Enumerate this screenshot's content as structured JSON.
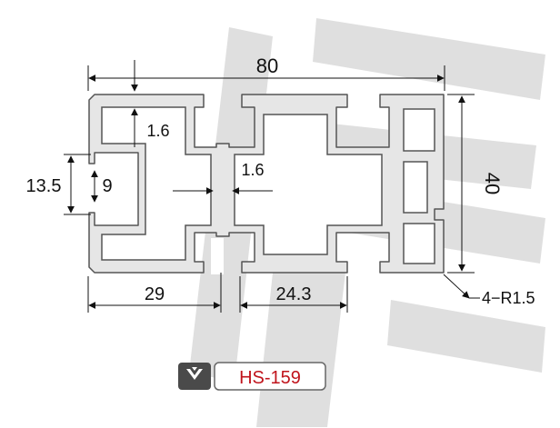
{
  "diagram": {
    "dimensions": {
      "overall_width": "80",
      "overall_height": "40",
      "left_slot_height": "13.5",
      "left_slot_inner": "9",
      "wall_top": "1.6",
      "web_thickness": "1.6",
      "bottom_left_width": "29",
      "bottom_slot_width": "24.3",
      "corner_radius_note": "4−R1.5"
    },
    "product_badge": {
      "code": "HS-159",
      "logo_icon": "chevron-leaf-logo-icon"
    },
    "colors": {
      "profile_fill": "#e6e6e6",
      "profile_stroke": "#555555",
      "watermark": "#d9d9d9",
      "badge_dark": "#4a4a4a",
      "badge_red": "#c0141c"
    }
  }
}
